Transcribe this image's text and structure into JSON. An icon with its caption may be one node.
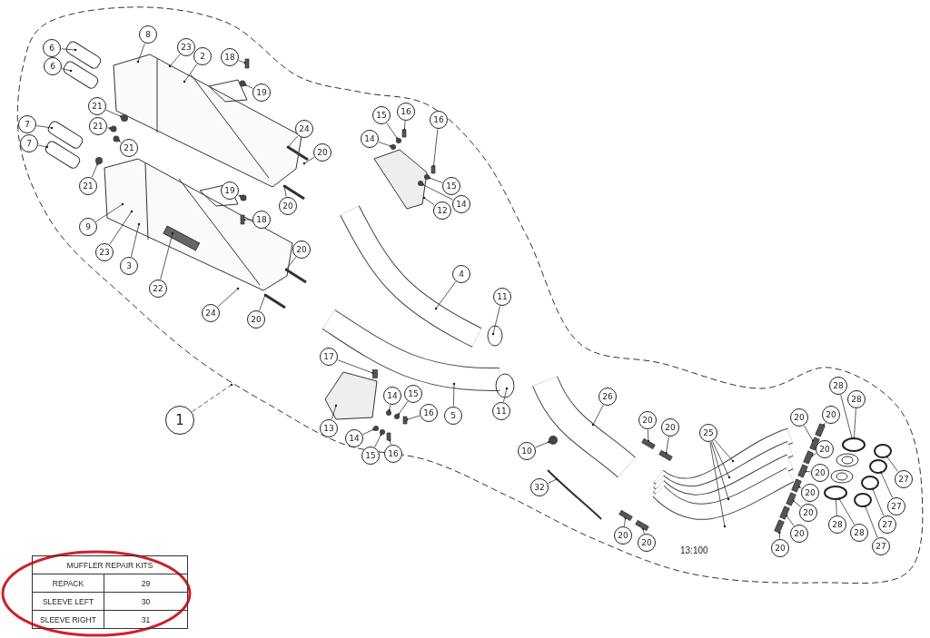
{
  "diagram": {
    "nodes": [
      {
        "text": [
          "6"
        ]
      },
      {
        "text": [
          "6"
        ]
      },
      {
        "text": [
          "8"
        ]
      },
      {
        "text": [
          "23"
        ]
      },
      {
        "text": [
          "2"
        ]
      },
      {
        "text": [
          "18"
        ]
      },
      {
        "text": [
          "19"
        ]
      },
      {
        "text": [
          "21"
        ]
      },
      {
        "text": [
          "21"
        ]
      },
      {
        "text": [
          "21"
        ]
      },
      {
        "text": [
          "7"
        ]
      },
      {
        "text": [
          "7"
        ]
      },
      {
        "text": [
          "21"
        ]
      },
      {
        "text": [
          "24"
        ]
      },
      {
        "text": [
          "20"
        ]
      },
      {
        "text": [
          "19"
        ]
      },
      {
        "text": [
          "20"
        ]
      },
      {
        "text": [
          "18"
        ]
      },
      {
        "text": [
          "9"
        ]
      },
      {
        "text": [
          "23"
        ]
      },
      {
        "text": [
          "3"
        ]
      },
      {
        "text": [
          "22"
        ]
      },
      {
        "text": [
          "20"
        ]
      },
      {
        "text": [
          "24"
        ]
      },
      {
        "text": [
          "20"
        ]
      },
      {
        "text": [
          "15"
        ]
      },
      {
        "text": [
          "16"
        ]
      },
      {
        "text": [
          "14"
        ]
      },
      {
        "text": [
          "16"
        ]
      },
      {
        "text": [
          "15"
        ]
      },
      {
        "text": [
          "14"
        ]
      },
      {
        "text": [
          "12"
        ]
      },
      {
        "text": [
          "4"
        ]
      },
      {
        "text": [
          "11"
        ]
      },
      {
        "text": [
          "17"
        ]
      },
      {
        "text": [
          "13"
        ]
      },
      {
        "text": [
          "14"
        ]
      },
      {
        "text": [
          "15"
        ]
      },
      {
        "text": [
          "16"
        ]
      },
      {
        "text": [
          "14"
        ]
      },
      {
        "text": [
          "15"
        ]
      },
      {
        "text": [
          "16"
        ]
      },
      {
        "text": [
          "5"
        ]
      },
      {
        "text": [
          "11"
        ]
      },
      {
        "text": [
          "1"
        ]
      },
      {
        "text": [
          "26"
        ]
      },
      {
        "text": [
          "10"
        ]
      },
      {
        "text": [
          "32"
        ]
      },
      {
        "text": [
          "20"
        ]
      },
      {
        "text": [
          "20"
        ]
      },
      {
        "text": [
          "25"
        ]
      },
      {
        "text": [
          "20"
        ]
      },
      {
        "text": [
          "20"
        ]
      },
      {
        "text": [
          "20"
        ]
      },
      {
        "text": [
          "20"
        ]
      },
      {
        "text": [
          "20"
        ]
      },
      {
        "text": [
          "20"
        ]
      },
      {
        "text": [
          "20"
        ]
      },
      {
        "text": [
          "20"
        ]
      },
      {
        "text": [
          "20"
        ]
      },
      {
        "text": [
          "20"
        ]
      },
      {
        "text": [
          "28"
        ]
      },
      {
        "text": [
          "28"
        ]
      },
      {
        "text": [
          "28"
        ]
      },
      {
        "text": [
          "28"
        ]
      },
      {
        "text": [
          "27"
        ]
      },
      {
        "text": [
          "27"
        ]
      },
      {
        "text": [
          "27"
        ]
      },
      {
        "text": [
          "27"
        ]
      },
      {
        "text": [],
        "shape": "bar"
      },
      {
        "text": [],
        "shape": "circle"
      },
      {
        "text": [],
        "shape": "circle"
      },
      {
        "text": [],
        "shape": "circle"
      },
      {
        "text": [],
        "shape": "circle"
      },
      {
        "text": [],
        "shape": "circle"
      },
      {
        "text": [],
        "shape": "circle"
      },
      {
        "text": [],
        "shape": "bar"
      },
      {
        "text": [],
        "shape": "bar"
      },
      {
        "text": [],
        "shape": "circle"
      },
      {
        "text": [],
        "shape": "circle"
      },
      {
        "text": [],
        "shape": "bar"
      },
      {
        "text": [],
        "shape": "circle"
      },
      {
        "text": [],
        "shape": "circle"
      },
      {
        "text": [],
        "shape": "bar"
      },
      {
        "text": [],
        "shape": "circle"
      },
      {
        "text": [],
        "shape": "circle"
      },
      {
        "text": [],
        "shape": "bar"
      },
      {
        "text": [],
        "shape": "circle"
      },
      {
        "text": [],
        "shape": "circle"
      },
      {
        "text": [],
        "shape": "bar"
      },
      {
        "text": [],
        "shape": "circle"
      },
      {
        "text": [],
        "shape": "bar"
      },
      {
        "text": [],
        "shape": "bar"
      },
      {
        "text": [],
        "shape": "bar"
      },
      {
        "text": [],
        "shape": "bar"
      },
      {
        "text": [],
        "shape": "bar"
      },
      {
        "text": [],
        "shape": "bar"
      },
      {
        "text": [],
        "shape": "bar"
      },
      {
        "text": [],
        "shape": "bar"
      },
      {
        "text": [],
        "shape": "bar"
      },
      {
        "text": [],
        "shape": "bar"
      },
      {
        "text": [],
        "shape": "bar"
      },
      {
        "text": [],
        "shape": "bar"
      },
      {
        "text": [],
        "shape": "ring"
      },
      {
        "text": [],
        "shape": "ring"
      },
      {
        "text": [],
        "shape": "ring"
      },
      {
        "text": [],
        "shape": "ring"
      },
      {
        "text": [],
        "shape": "ring"
      },
      {
        "text": [],
        "shape": "ring"
      }
    ],
    "edges": [
      {
        "from": 0,
        "to": null,
        "arrow": "other"
      },
      {
        "from": 1,
        "to": null,
        "arrow": "other"
      },
      {
        "from": 2,
        "to": null,
        "arrow": "other"
      },
      {
        "from": 3,
        "to": null,
        "arrow": "other"
      },
      {
        "from": 4,
        "to": null,
        "arrow": "other"
      },
      {
        "from": 5,
        "to": 69,
        "arrow": "other"
      },
      {
        "from": 6,
        "to": 70,
        "arrow": "other"
      },
      {
        "from": 7,
        "to": 71,
        "arrow": "other"
      },
      {
        "from": 8,
        "to": 72,
        "arrow": "other"
      },
      {
        "from": 9,
        "to": 73,
        "arrow": "other"
      },
      {
        "from": 10,
        "to": null,
        "arrow": "other"
      },
      {
        "from": 11,
        "to": null,
        "arrow": "other"
      },
      {
        "from": 12,
        "to": 74,
        "arrow": "other"
      },
      {
        "from": 13,
        "to": null,
        "arrow": "other"
      },
      {
        "from": 14,
        "to": null,
        "arrow": "other"
      },
      {
        "from": 15,
        "to": 75,
        "arrow": "other"
      },
      {
        "from": 16,
        "to": null,
        "arrow": "other"
      },
      {
        "from": 17,
        "to": 76,
        "arrow": "other"
      },
      {
        "from": 18,
        "to": null,
        "arrow": "other"
      },
      {
        "from": 19,
        "to": null,
        "arrow": "other"
      },
      {
        "from": 20,
        "to": null,
        "arrow": "other"
      },
      {
        "from": 21,
        "to": null,
        "arrow": "other"
      },
      {
        "from": 22,
        "to": null,
        "arrow": "other"
      },
      {
        "from": 23,
        "to": null,
        "arrow": "other"
      },
      {
        "from": 24,
        "to": null,
        "arrow": "other"
      },
      {
        "from": 25,
        "to": 78,
        "arrow": "other"
      },
      {
        "from": 26,
        "to": 77,
        "arrow": "other"
      },
      {
        "from": 27,
        "to": 79,
        "arrow": "other"
      },
      {
        "from": 28,
        "to": 80,
        "arrow": "other"
      },
      {
        "from": 29,
        "to": 81,
        "arrow": "other"
      },
      {
        "from": 30,
        "to": 82,
        "arrow": "other"
      },
      {
        "from": 31,
        "to": null,
        "arrow": "other"
      },
      {
        "from": 32,
        "to": null,
        "arrow": "other"
      },
      {
        "from": 33,
        "to": null,
        "arrow": "other"
      },
      {
        "from": 34,
        "to": 83,
        "arrow": "other"
      },
      {
        "from": 35,
        "to": null,
        "arrow": "other"
      },
      {
        "from": 36,
        "to": 84,
        "arrow": "other"
      },
      {
        "from": 37,
        "to": 85,
        "arrow": "other"
      },
      {
        "from": 38,
        "to": 86,
        "arrow": "other"
      },
      {
        "from": 39,
        "to": 87,
        "arrow": "other"
      },
      {
        "from": 40,
        "to": 88,
        "arrow": "other"
      },
      {
        "from": 41,
        "to": 89,
        "arrow": "other"
      },
      {
        "from": 42,
        "to": null,
        "arrow": "other"
      },
      {
        "from": 43,
        "to": null,
        "arrow": "other"
      },
      {
        "from": 44,
        "to": null,
        "arrow": "other",
        "style": "dashed"
      },
      {
        "from": 45,
        "to": null,
        "arrow": "other"
      },
      {
        "from": 46,
        "to": 90,
        "arrow": "other"
      },
      {
        "from": 47,
        "to": null,
        "arrow": "other"
      },
      {
        "from": 48,
        "to": 91,
        "arrow": "other"
      },
      {
        "from": 49,
        "to": 92,
        "arrow": "other"
      },
      {
        "from": 50,
        "to": null,
        "arrow": "other"
      },
      {
        "from": 50,
        "to": null,
        "arrow": "other"
      },
      {
        "from": 50,
        "to": null,
        "arrow": "other"
      },
      {
        "from": 50,
        "to": null,
        "arrow": "other"
      },
      {
        "from": 51,
        "to": 93,
        "arrow": "other"
      },
      {
        "from": 52,
        "to": 94,
        "arrow": "other"
      },
      {
        "from": 53,
        "to": 96,
        "arrow": "other"
      },
      {
        "from": 54,
        "to": 95,
        "arrow": "other"
      },
      {
        "from": 55,
        "to": 97,
        "arrow": "other"
      },
      {
        "from": 56,
        "to": 98,
        "arrow": "other"
      },
      {
        "from": 57,
        "to": 99,
        "arrow": "other"
      },
      {
        "from": 58,
        "to": 100,
        "arrow": "other"
      },
      {
        "from": 59,
        "to": 101,
        "arrow": "other"
      },
      {
        "from": 60,
        "to": 102,
        "arrow": "other"
      },
      {
        "from": 61,
        "to": 103,
        "arrow": "other"
      },
      {
        "from": 62,
        "to": 103,
        "arrow": "other"
      },
      {
        "from": 63,
        "to": 104,
        "arrow": "other"
      },
      {
        "from": 64,
        "to": 104,
        "arrow": "other"
      },
      {
        "from": 65,
        "to": 105,
        "arrow": "other"
      },
      {
        "from": 66,
        "to": 106,
        "arrow": "other"
      },
      {
        "from": 67,
        "to": 107,
        "arrow": "other"
      },
      {
        "from": 68,
        "to": 108,
        "arrow": "other"
      }
    ],
    "labels": [
      "13:100",
      "MUFFLER REPAIR KITS",
      "REPACK",
      "29",
      "SLEEVE LEFT",
      "30",
      "SLEEVE RIGHT",
      "31"
    ]
  }
}
